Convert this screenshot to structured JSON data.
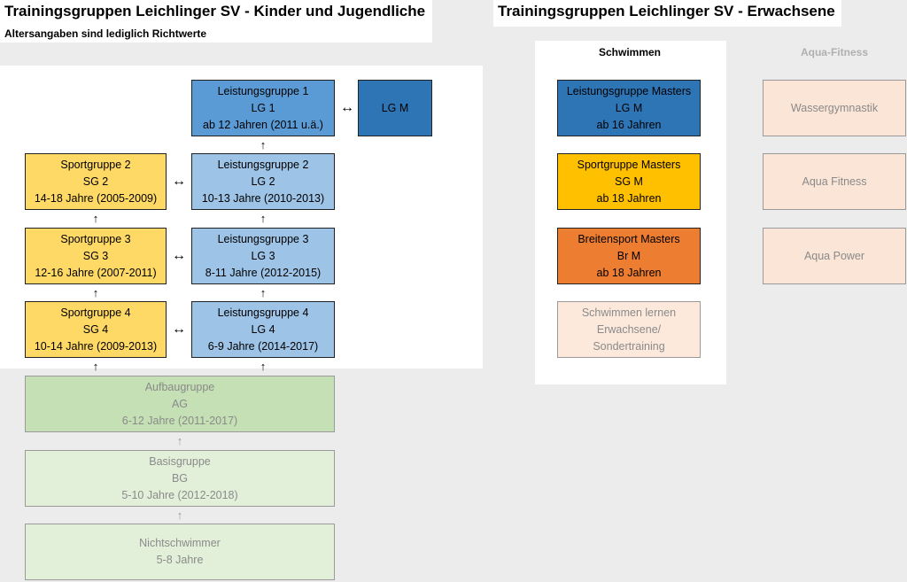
{
  "left": {
    "title": "Trainingsgruppen Leichlinger SV - Kinder und Jugendliche",
    "subtitle": "Altersangaben sind lediglich Richtwerte"
  },
  "right": {
    "title": "Trainingsgruppen Leichlinger SV - Erwachsene",
    "col_swim": "Schwimmen",
    "col_aqua": "Aqua-Fitness"
  },
  "boxes": {
    "lg1": [
      "Leistungsgruppe 1",
      "LG 1",
      "ab 12 Jahren (2011 u.ä.)"
    ],
    "lgm_small": [
      "LG M"
    ],
    "sg2": [
      "Sportgruppe 2",
      "SG 2",
      "14-18 Jahre (2005-2009)"
    ],
    "lg2": [
      "Leistungsgruppe 2",
      "LG 2",
      "10-13 Jahre (2010-2013)"
    ],
    "sg3": [
      "Sportgruppe 3",
      "SG 3",
      "12-16 Jahre (2007-2011)"
    ],
    "lg3": [
      "Leistungsgruppe 3",
      "LG 3",
      "8-11 Jahre (2012-2015)"
    ],
    "sg4": [
      "Sportgruppe 4",
      "SG 4",
      "10-14 Jahre (2009-2013)"
    ],
    "lg4": [
      "Leistungsgruppe 4",
      "LG 4",
      "6-9 Jahre (2014-2017)"
    ],
    "ag": [
      "Aufbaugruppe",
      "AG",
      "6-12 Jahre (2011-2017)"
    ],
    "bg": [
      "Basisgruppe",
      "BG",
      "5-10 Jahre (2012-2018)"
    ],
    "ns": [
      "Nichtschwimmer",
      "5-8 Jahre"
    ],
    "lgm": [
      "Leistungsgruppe Masters",
      "LG M",
      "ab 16 Jahren"
    ],
    "sgm": [
      "Sportgruppe Masters",
      "SG M",
      "ab 18 Jahren"
    ],
    "brm": [
      "Breitensport Masters",
      "Br M",
      "ab 18 Jahren"
    ],
    "swl": [
      "Schwimmen lernen",
      "Erwachsene/",
      "Sondertraining"
    ],
    "wg": [
      "Wassergymnastik"
    ],
    "af": [
      "Aqua Fitness"
    ],
    "ap": [
      "Aqua Power"
    ]
  },
  "symbols": {
    "up": "↑",
    "both": "↔"
  },
  "colors": {
    "blue_dark": "#2e75b6",
    "blue_mid": "#5b9bd5",
    "blue_light": "#9dc3e6",
    "yellow_light": "#ffd966",
    "yellow": "#ffc000",
    "orange": "#ed7d31",
    "green_mid": "#c5e0b4",
    "green_light": "#e2f0d9",
    "peach": "#fbe5d6",
    "peach_light": "#fce9dc"
  }
}
